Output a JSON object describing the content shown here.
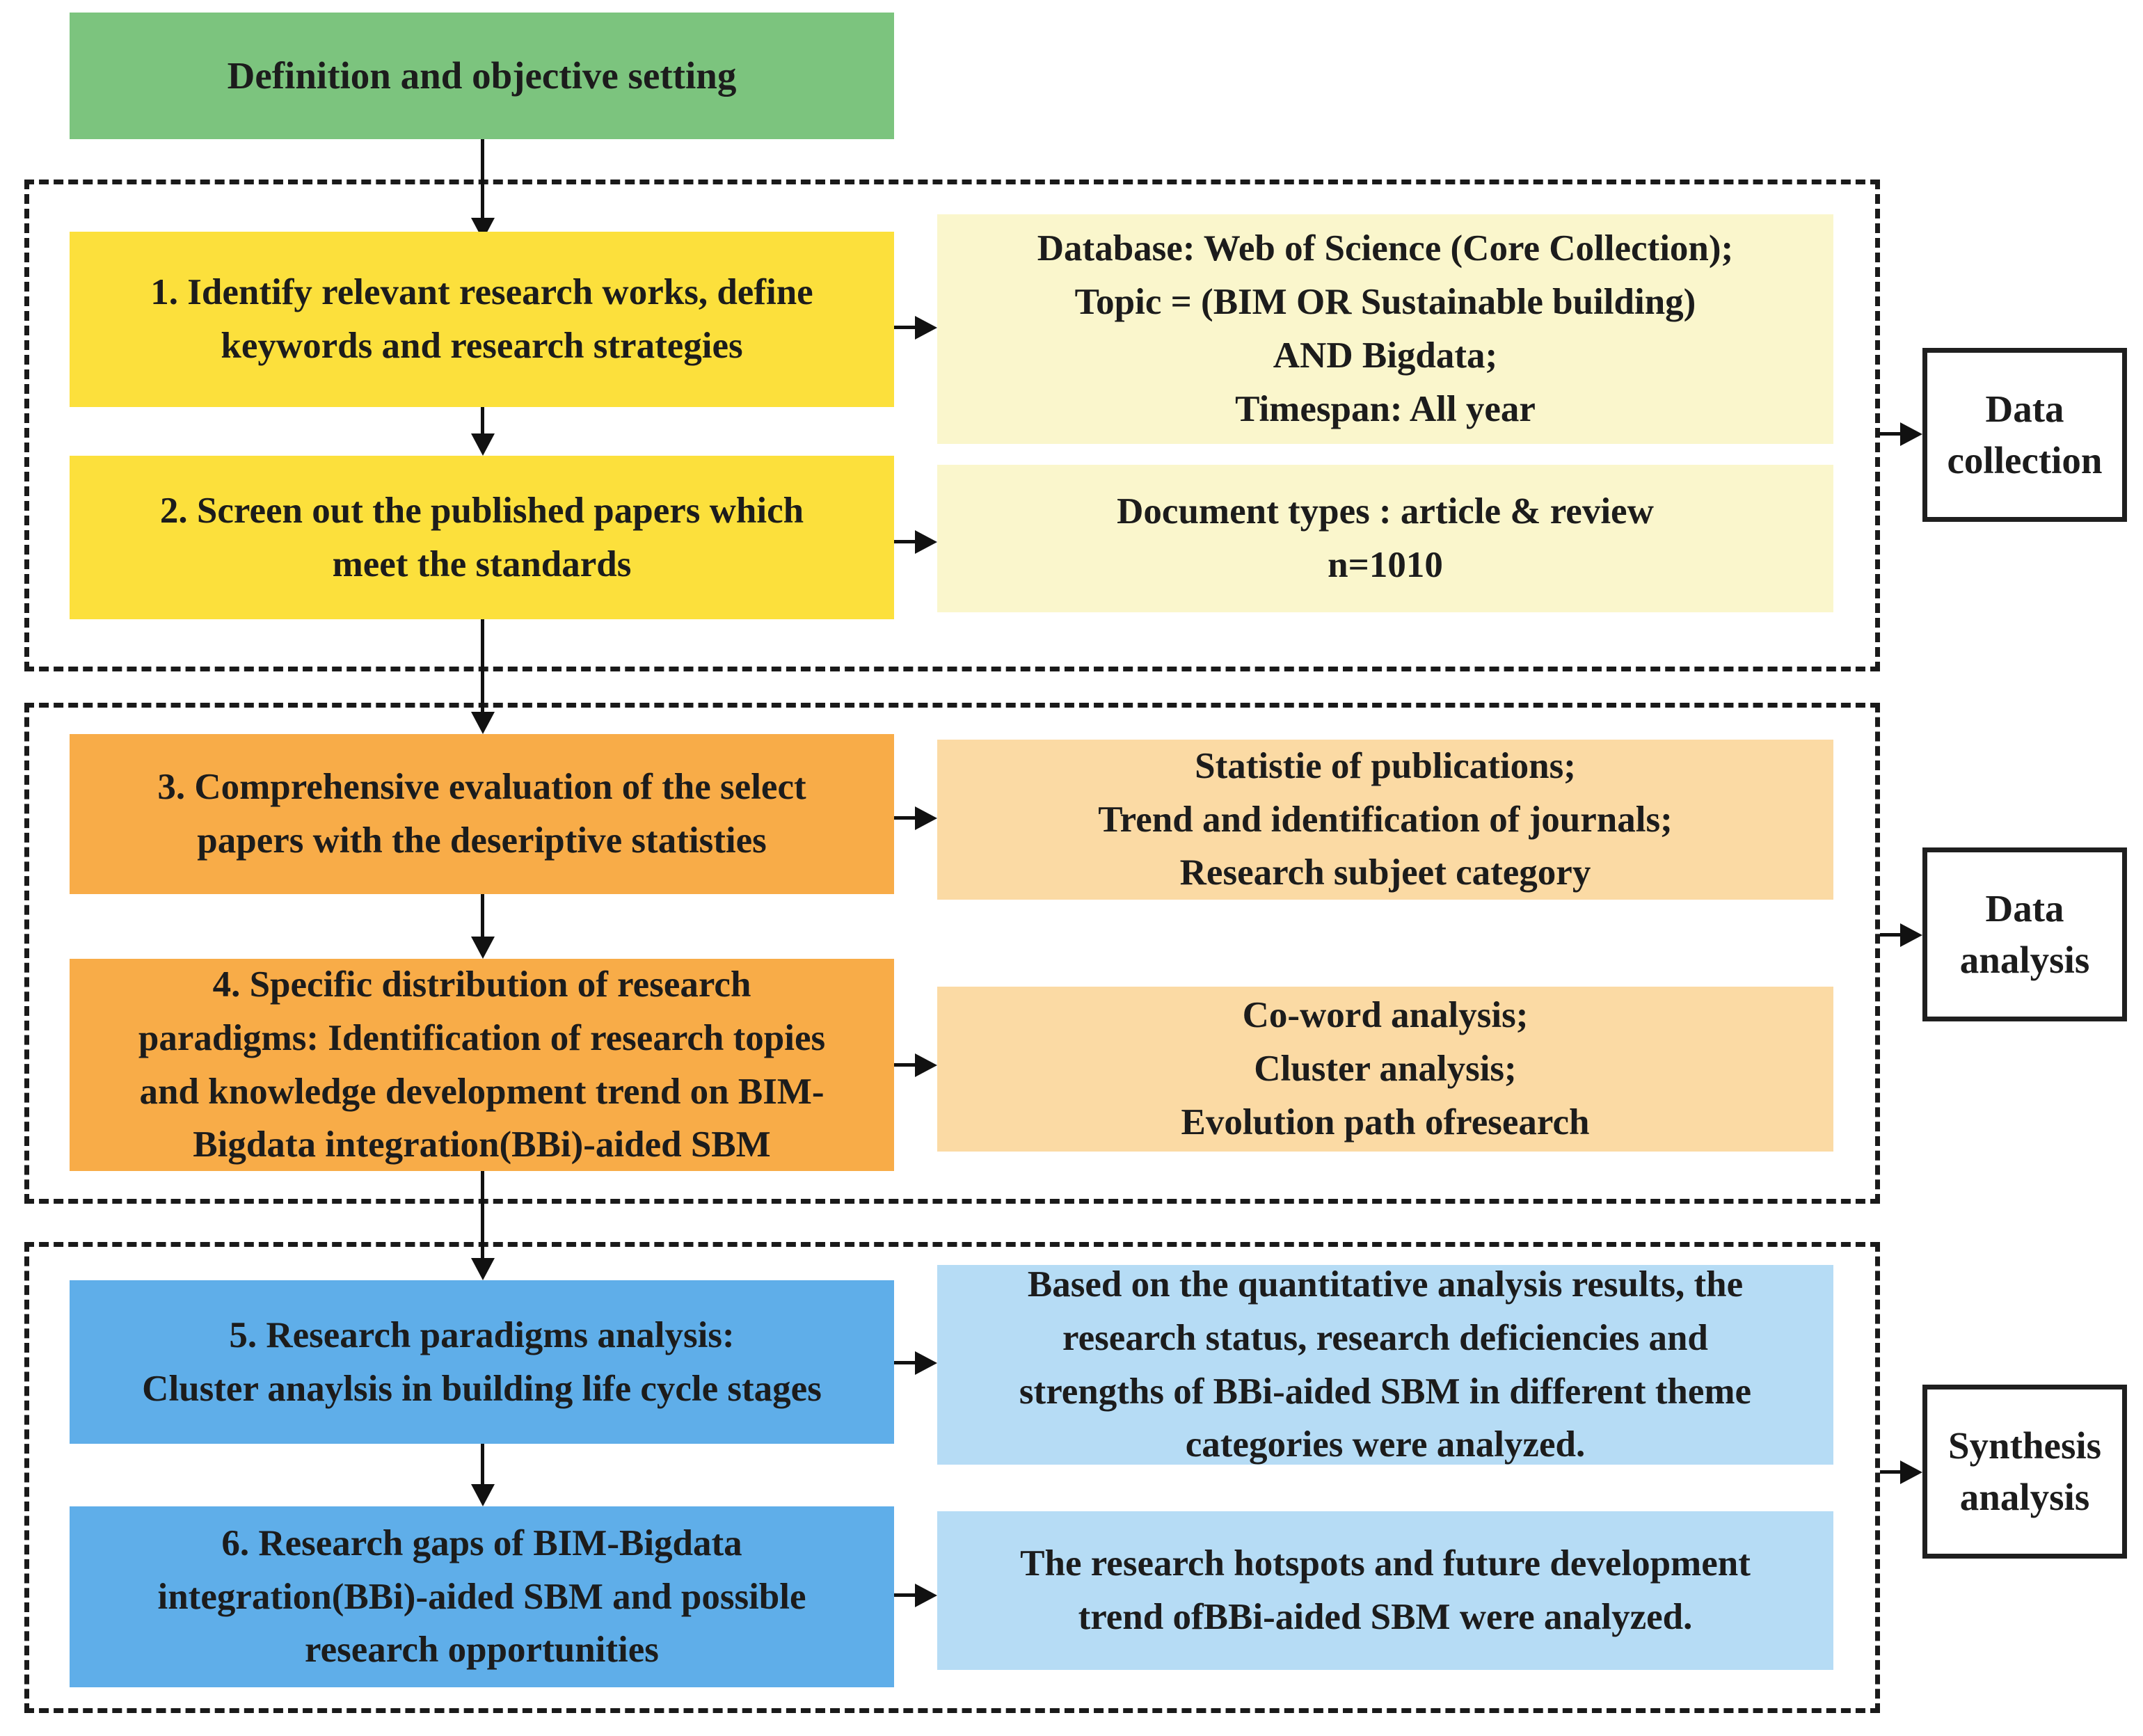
{
  "header": {
    "title": "Definition and objective setting"
  },
  "steps": [
    {
      "label": "1. Identify relevant research works, define\nkeywords and research strategies",
      "detail": "Database: Web of Science (Core Collection);\nTopic = (BIM OR Sustainable building)\nAND Bigdata;\nTimespan: All year"
    },
    {
      "label": "2. Screen out the published papers which\nmeet the standards",
      "detail": "Document types : article & review\nn=1010"
    },
    {
      "label": "3. Comprehensive evaluation of the select\npapers with the deseriptive statisties",
      "detail": "Statistie of publications;\nTrend and identification of journals;\nResearch subjeet category"
    },
    {
      "label": "4. Specific distribution of research\nparadigms: Identification of research topies\nand knowledge development trend on BIM-\nBigdata integration(BBi)-aided SBM",
      "detail": "Co-word analysis;\nCluster analysis;\nEvolution path ofresearch"
    },
    {
      "label": "5. Research paradigms analysis:\nCluster anaylsis in building life cycle stages",
      "detail": "Based on the quantitative analysis results, the\nresearch status, research deficiencies and\nstrengths of BBi-aided SBM in different theme\ncategories were analyzed."
    },
    {
      "label": "6. Research gaps of BIM-Bigdata\nintegration(BBi)-aided SBM and possible\nresearch opportunities",
      "detail": "The research hotspots and future development\ntrend ofBBi-aided SBM were analyzed."
    }
  ],
  "phases": [
    {
      "label": "Data\ncollection"
    },
    {
      "label": "Data\nanalysis"
    },
    {
      "label": "Synthesis\nanalysis"
    }
  ],
  "colors": {
    "definition_green": "#7CC47E",
    "step_yellow": "#FCE03C",
    "detail_pale_yellow": "#FAF6CC",
    "step_orange": "#F8AC48",
    "detail_pale_orange": "#FBDAA4",
    "step_blue": "#5FAEE9",
    "detail_pale_blue": "#B6DCF5",
    "arrow_black": "#111111",
    "dashed_border": "#1a1a1a"
  }
}
